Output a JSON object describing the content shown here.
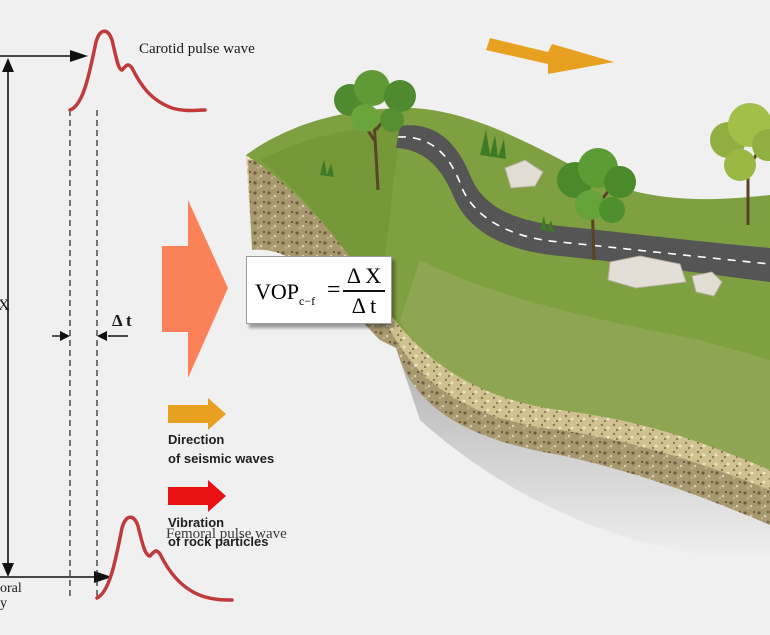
{
  "labels": {
    "carotid": "Carotid pulse wave",
    "femoral_wave": "Femoral pulse wave",
    "delta_t": "Δ t",
    "delta_x_cut": "X",
    "femoral_artery_line1": "oral",
    "femoral_artery_line2": "y"
  },
  "formula": {
    "lhs": "VOP",
    "sub": "c−f",
    "eq": "=",
    "numerator": "Δ X",
    "denominator": "Δ t"
  },
  "legend": [
    {
      "line1": "Direction",
      "line2": "of seismic waves",
      "color": "#e8a020"
    },
    {
      "line1": "Vibration",
      "line2": "of rock particles",
      "color": "#e81010"
    }
  ],
  "colors": {
    "pulse_wave": "#c0393b",
    "big_arrow": "#fb8258",
    "top_arrow": "#e8a020",
    "road": "#555555",
    "grass": "#7a9a3a",
    "soil": "#b9a87a"
  }
}
